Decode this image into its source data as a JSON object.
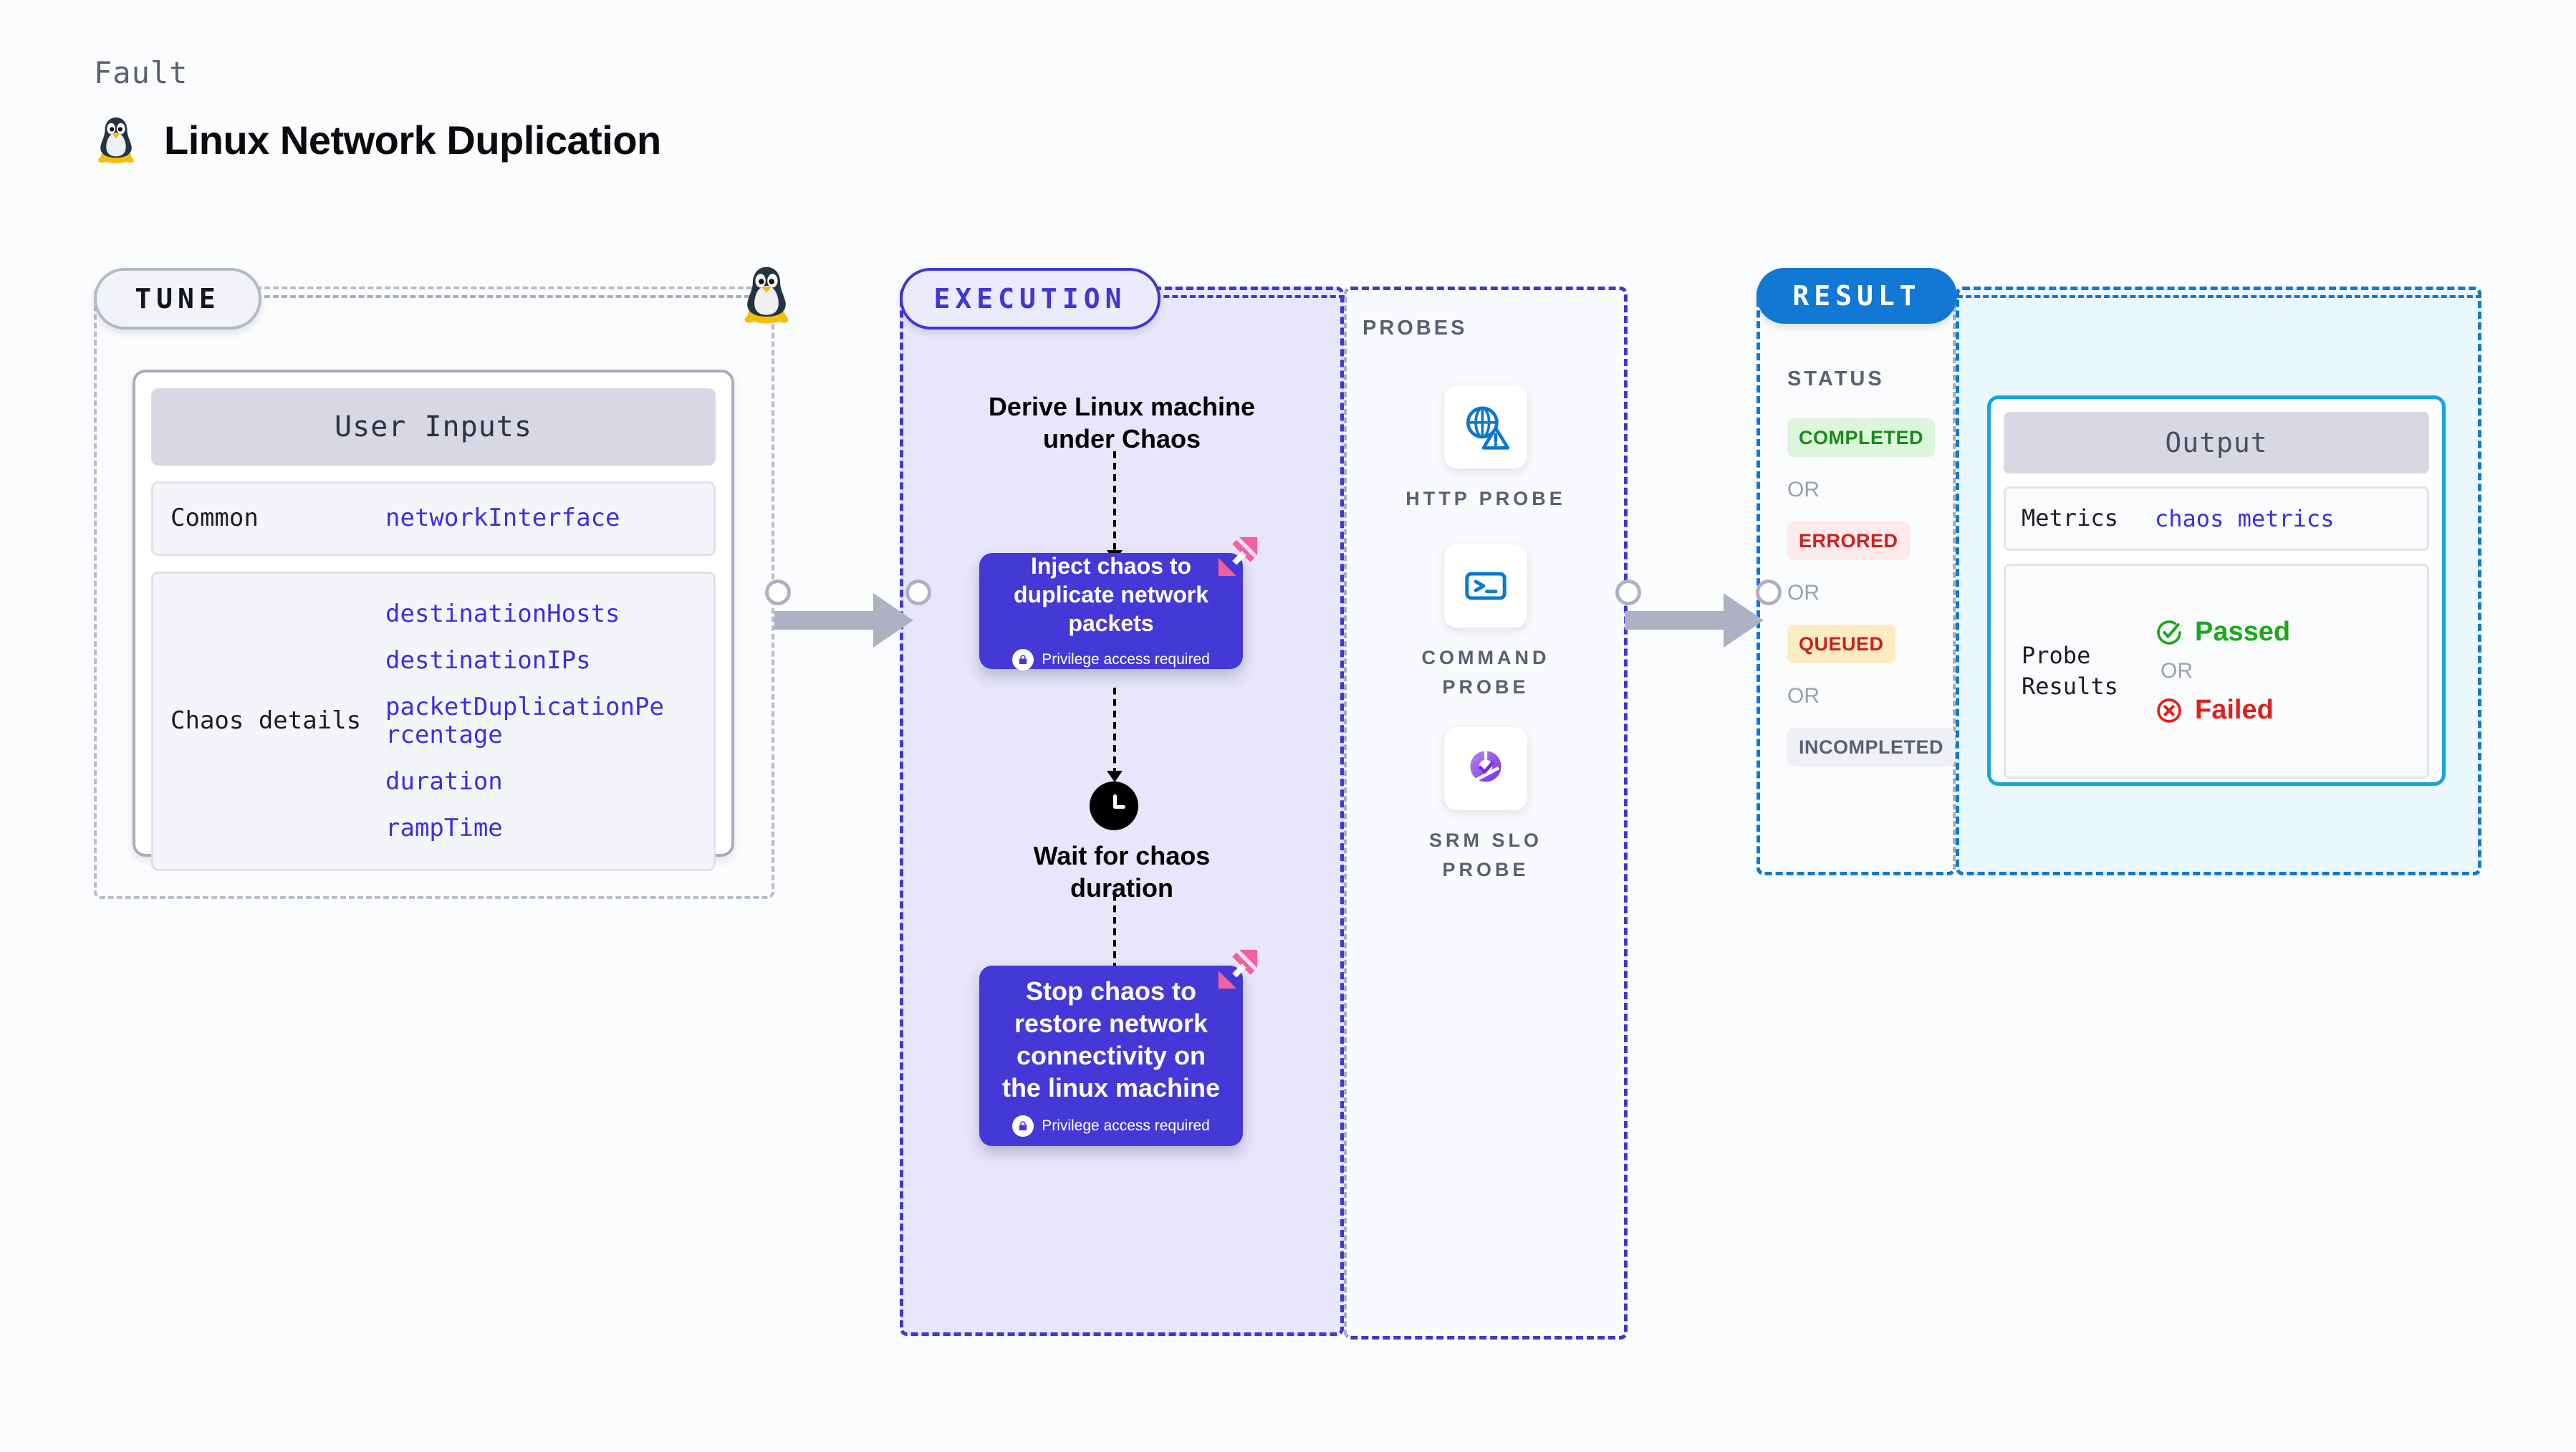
{
  "header": {
    "eyebrow": "Fault",
    "title": "Linux Network Duplication",
    "penguin_icon": "linux-penguin-icon"
  },
  "stages": {
    "tune": {
      "badge": "TUNE"
    },
    "execution": {
      "badge": "EXECUTION"
    },
    "result": {
      "badge": "RESULT"
    }
  },
  "tune": {
    "card_title": "User Inputs",
    "rows": [
      {
        "label": "Common",
        "values": [
          "networkInterface"
        ]
      },
      {
        "label": "Chaos details",
        "values": [
          "destinationHosts",
          "destinationIPs",
          "packetDuplicationPercentage",
          "duration",
          "rampTime"
        ]
      }
    ]
  },
  "execution": {
    "derive_text": "Derive Linux machine under Chaos",
    "inject_box": {
      "title": "Inject chaos to duplicate network packets",
      "privilege": "Privilege access required",
      "lock_icon": "lock-icon",
      "brand_icon": "harness-mark-icon"
    },
    "wait_text": "Wait for chaos duration",
    "clock_icon": "clock-icon",
    "stop_box": {
      "title": "Stop chaos to restore network connectivity on the linux machine",
      "privilege": "Privilege access required",
      "lock_icon": "lock-icon",
      "brand_icon": "harness-mark-icon"
    }
  },
  "probes": {
    "title": "PROBES",
    "items": [
      {
        "label": "HTTP PROBE",
        "icon": "globe-warning-icon"
      },
      {
        "label": "COMMAND PROBE",
        "icon": "terminal-icon"
      },
      {
        "label": "SRM SLO PROBE",
        "icon": "slo-donut-check-icon"
      }
    ]
  },
  "result": {
    "status_title": "STATUS",
    "or_label": "OR",
    "statuses": [
      {
        "label": "COMPLETED",
        "bg": "#ddf5dd",
        "fg": "#1a8b1a"
      },
      {
        "label": "ERRORED",
        "bg": "#fdeaea",
        "fg": "#cc2020"
      },
      {
        "label": "QUEUED",
        "bg": "#fcecc2",
        "fg": "#cc2020"
      },
      {
        "label": "INCOMPLETED",
        "bg": "#eef0f5",
        "fg": "#5b5f73"
      }
    ],
    "output": {
      "card_title": "Output",
      "metrics_label": "Metrics",
      "metrics_value": "chaos metrics",
      "probe_results_label": "Probe Results",
      "passed_label": "Passed",
      "failed_label": "Failed",
      "or_label": "OR",
      "passed_icon": "check-circle-icon",
      "failed_icon": "x-circle-icon"
    }
  },
  "colors": {
    "accent_purple": "#3f37d4",
    "chaos_box": "#4439d6",
    "result_blue": "#1178d4",
    "output_border": "#17a4e0",
    "value_purple": "#3b2fe0",
    "pink_mark": "#f4609b"
  }
}
